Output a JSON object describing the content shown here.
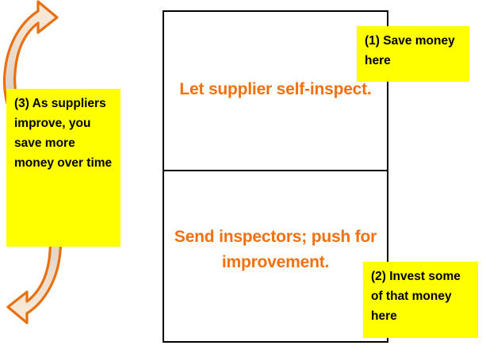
{
  "diagram": {
    "title_colors": {
      "process_text": "#F2700F",
      "note_background": "#FFFF00",
      "note_text": "#000000",
      "box_border": "#000000",
      "arrow_outline": "#E8700F",
      "arrow_fill_light": "#FBE2CC",
      "arrow_fill_gray": "#C9BFB4"
    },
    "cycle": {
      "top_cell": {
        "label": "Let supplier self-inspect."
      },
      "bottom_cell": {
        "label": "Send inspectors; push for improvement."
      }
    },
    "arrows": [
      {
        "name": "arrow-up-left",
        "direction": "up",
        "from": "Send inspectors; push for improvement.",
        "to": "Let supplier self-inspect."
      },
      {
        "name": "arrow-down-right",
        "direction": "down",
        "from": "Let supplier self-inspect.",
        "to": "Send inspectors; push for improvement."
      }
    ],
    "notes": [
      {
        "id": "note-1",
        "marker": "(1)",
        "text": "(1) Save money here",
        "position": "top-right"
      },
      {
        "id": "note-2",
        "marker": "(2)",
        "text": "(2) Invest some of that money here",
        "position": "bottom-right"
      },
      {
        "id": "note-3",
        "marker": "(3)",
        "text": "(3) As suppliers improve, you save more money over time",
        "position": "left"
      }
    ]
  }
}
